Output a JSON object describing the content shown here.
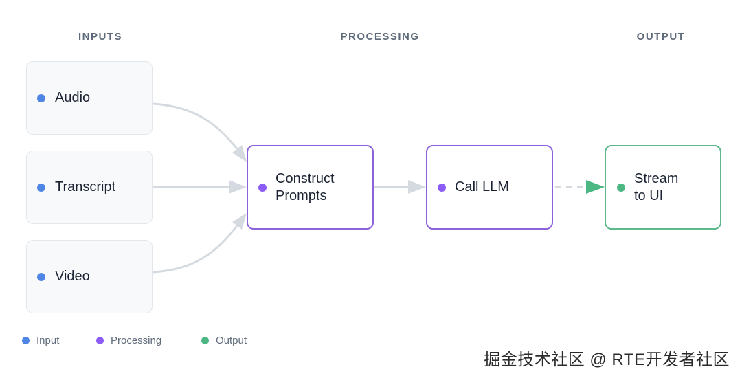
{
  "columns": {
    "inputs": "INPUTS",
    "processing": "PROCESSING",
    "output": "OUTPUT"
  },
  "nodes": {
    "audio": "Audio",
    "transcript": "Transcript",
    "video": "Video",
    "construct_prompts": "Construct\nPrompts",
    "call_llm": "Call LLM",
    "stream_to_ui": "Stream\nto UI"
  },
  "legend": {
    "input": "Input",
    "processing": "Processing",
    "output": "Output"
  },
  "watermark": "掘金技术社区 @ RTE开发者社区",
  "colors": {
    "input": "#4f86e6",
    "processing": "#8b5cf6",
    "output": "#4cb782",
    "edge": "#d5dae1"
  }
}
